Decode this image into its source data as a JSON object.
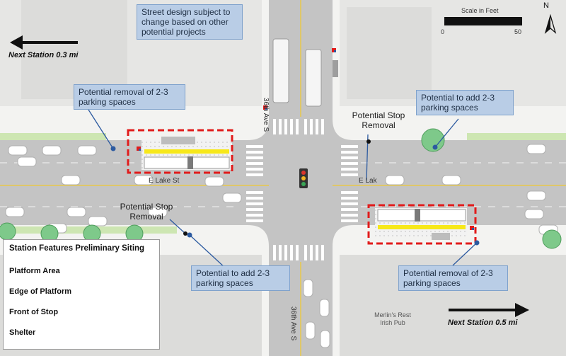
{
  "colors": {
    "road": "#c4c4c4",
    "block": "#e9e9e7",
    "building": "#dcdcda",
    "sidewalk": "#f3f3f1",
    "platform_edge": "#f7e81a",
    "station_box": "#e11b1b",
    "callout_fill": "#b9cde6",
    "leader_line": "#2c5aa0",
    "tree": "#7ec98a",
    "grass": "#cde6b2"
  },
  "notes": {
    "design_note": "Street design subject to change based on other potential projects"
  },
  "callouts": {
    "removal_west": "Potential removal of 2-3 parking spaces",
    "add_east": "Potential to add 2-3 parking spaces",
    "add_south": "Potential to add 2-3 parking spaces",
    "removal_east": "Potential removal of 2-3 parking spaces"
  },
  "stop_removal": {
    "east": "Potential Stop Removal",
    "west": "Potential Stop Removal"
  },
  "streets": {
    "lake_west": "E Lake St",
    "lake_east": "E Lak",
    "ave_north": "36th Ave S",
    "ave_south": "36th Ave S"
  },
  "stations": {
    "next_west": "Next Station 0.3 mi",
    "next_east": "Next Station 0.5 mi"
  },
  "scale": {
    "title": "Scale in Feet",
    "min": "0",
    "max": "50"
  },
  "north": "N",
  "poi": {
    "pub": "Merlin's Rest Irish Pub"
  },
  "legend": {
    "title": "Station Features Preliminary Siting",
    "items": [
      {
        "label": "Platform Area",
        "icon": "platform-area-icon"
      },
      {
        "label": "Edge of Platform",
        "icon": "platform-edge-icon"
      },
      {
        "label": "Front of Stop",
        "icon": "front-of-stop-icon"
      },
      {
        "label": "Shelter",
        "icon": "shelter-icon"
      }
    ]
  }
}
